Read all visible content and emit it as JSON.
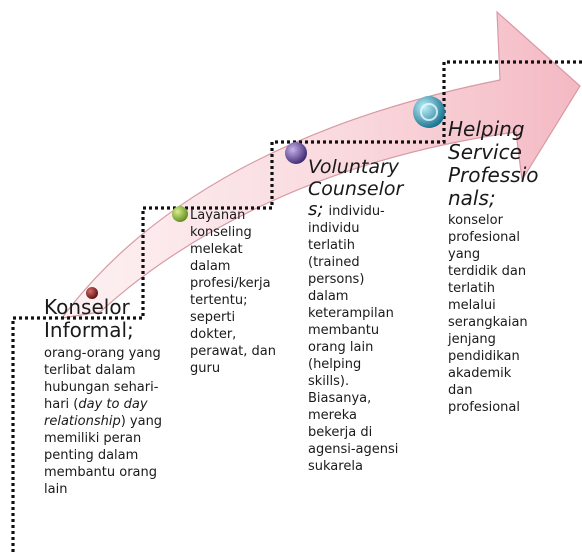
{
  "colors": {
    "arrow_fill_light": "#fdeef0",
    "arrow_fill_mid": "#f7c3cb",
    "arrow_stroke": "#d89aa4",
    "dotted_stair": "#111111",
    "bullet_1": "#7a1d1d",
    "bullet_2": "#8cb43a",
    "bullet_3": "#6b4ba3",
    "bullet_4": "#2aa8c9"
  },
  "icons": [
    "dark-red-sphere-icon",
    "green-sphere-icon",
    "purple-sphere-icon",
    "blue-sphere-icon"
  ],
  "stages": [
    {
      "title_line1": "Konselor",
      "title_line2": "Informal;",
      "desc_lines": [
        "orang-orang yang",
        "terlibat dalam",
        "hubungan sehari-",
        "hari (day to day",
        "relationship) yang",
        "memiliki peran",
        "penting dalam",
        "membantu orang",
        "lain"
      ]
    },
    {
      "title": "Layanan",
      "desc_lines": [
        "konseling",
        "melekat",
        "dalam",
        "profesi/kerja",
        "tertentu;",
        "seperti",
        "dokter,",
        "perawat, dan",
        "guru"
      ]
    },
    {
      "title_lines": [
        "Voluntary",
        "Counselor"
      ],
      "title_tail": "s;",
      "desc_first": "individu-",
      "desc_lines": [
        "individu",
        "terlatih",
        "(trained",
        "persons)",
        "dalam",
        "keterampilan",
        "membantu",
        "orang lain",
        "(helping",
        "skills).",
        "Biasanya,",
        "mereka",
        "bekerja di",
        "agensi-agensi",
        "sukarela"
      ]
    },
    {
      "title_lines": [
        "Helping",
        "Service",
        "Professio",
        "nals;"
      ],
      "desc_lines": [
        "konselor",
        "profesional",
        "yang",
        "terdidik dan",
        "terlatih",
        "melalui",
        "serangkaian",
        "jenjang",
        "pendidikan",
        "akademik",
        "dan",
        "profesional"
      ]
    }
  ]
}
